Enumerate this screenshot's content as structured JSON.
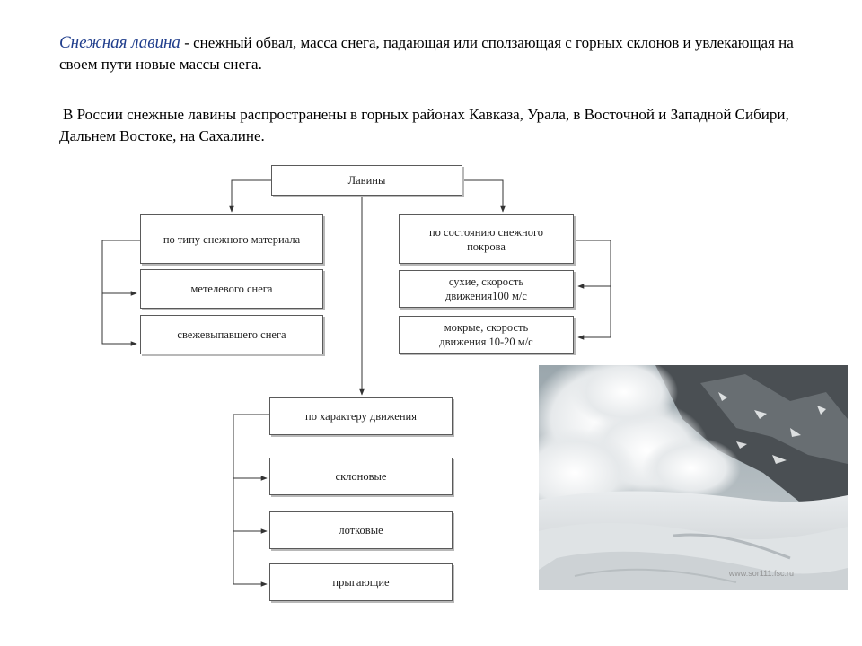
{
  "intro": {
    "term": "Снежная лавина",
    "definition": " - снежный обвал, масса снега, падающая или сползающая с горных склонов и увлекающая на своем пути новые массы снега."
  },
  "distribution": "В России снежные лавины распространены в горных районах Кавказа, Урала, в Восточной и Западной Сибири, Дальнем Востоке, на Сахалине.",
  "diagram": {
    "root": "Лавины",
    "by_material": {
      "title": "по типу снежного материала",
      "items": [
        "метелевого снега",
        "свежевыпавшего снега"
      ]
    },
    "by_cover": {
      "title": "по состоянию снежного покрова",
      "items": [
        "сухие, скорость движения100 м/с",
        "мокрые, скорость движения 10-20 м/с"
      ]
    },
    "by_motion": {
      "title": "по характеру движения",
      "items": [
        "склоновые",
        "лотковые",
        "прыгающие"
      ]
    },
    "colors": {
      "line": "#333333",
      "box_border": "#5a5a5a",
      "term": "#1f3d8c"
    }
  },
  "photo": {
    "subject": "avalanche-photo",
    "watermark": "www.sor111.fsc.ru"
  }
}
